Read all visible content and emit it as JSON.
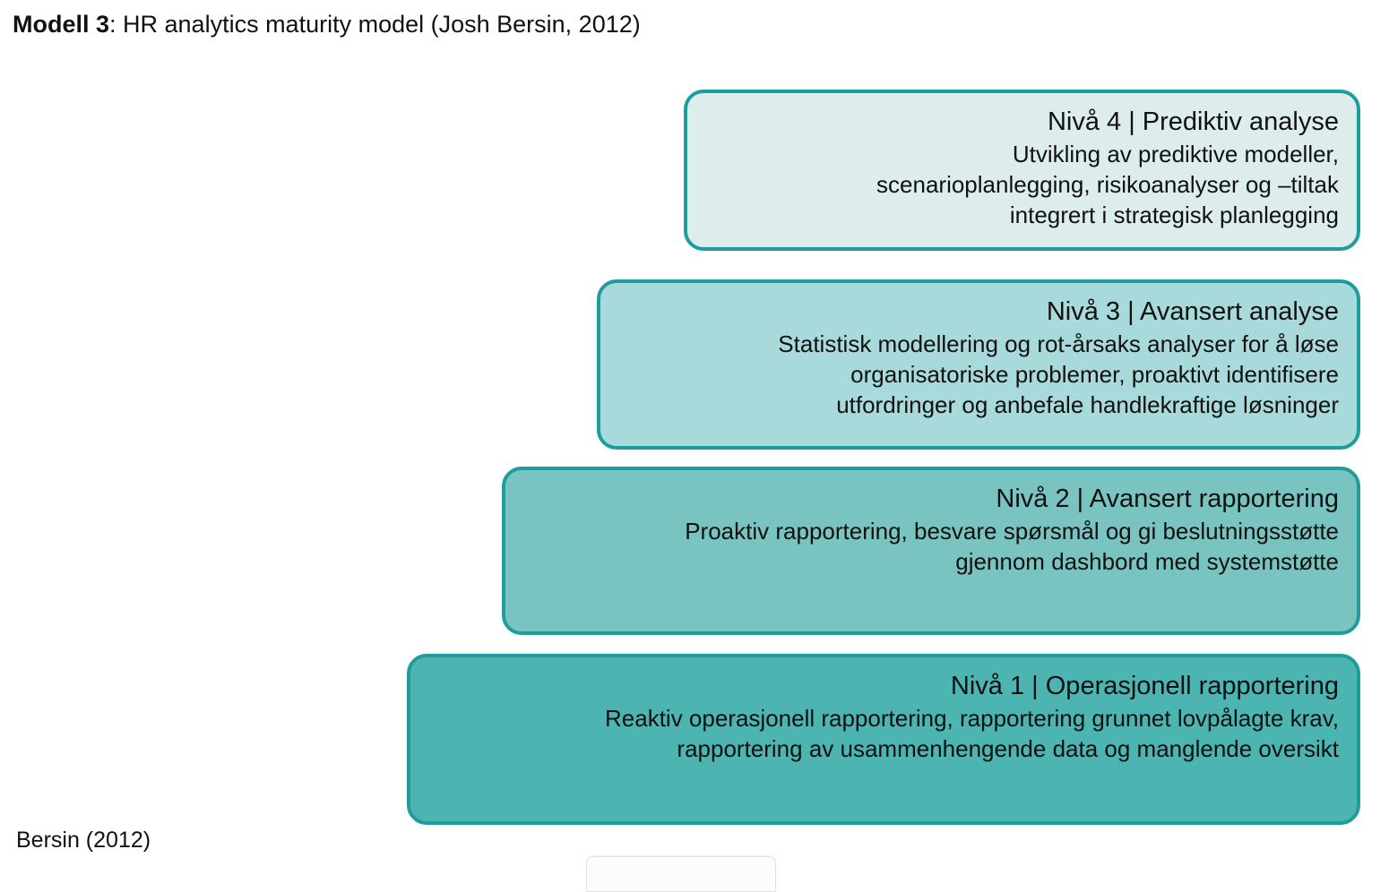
{
  "title": {
    "strong": "Modell 3",
    "rest": ": HR analytics maturity model (Josh Bersin, 2012)"
  },
  "colors": {
    "border": "#1f9d9d",
    "level4_fill": "#dcedeb",
    "level3_fill": "#a8dadb",
    "level2_fill": "#79c3c0",
    "level1_fill": "#4cb4b1",
    "text": "#111111",
    "background": "#ffffff"
  },
  "stages": [
    {
      "id": "level-4",
      "heading": "Nivå 4 | Prediktiv analyse",
      "level_label": "Nivå 4",
      "name": "Prediktiv analyse",
      "desc_lines": [
        "Utvikling av prediktive modeller,",
        "scenarioplanlegging, risikoanalyser og –tiltak",
        "integrert i strategisk planlegging"
      ]
    },
    {
      "id": "level-3",
      "heading": "Nivå 3 | Avansert analyse",
      "level_label": "Nivå 3",
      "name": "Avansert analyse",
      "desc_lines": [
        "Statistisk modellering og rot-årsaks analyser for å løse",
        "organisatoriske problemer, proaktivt  identifisere",
        "utfordringer og anbefale handlekraftige løsninger"
      ]
    },
    {
      "id": "level-2",
      "heading": "Nivå 2 | Avansert rapportering",
      "level_label": "Nivå 2",
      "name": "Avansert rapportering",
      "desc_lines": [
        "Proaktiv rapportering, besvare spørsmål og gi beslutningsstøtte",
        "gjennom dashbord med systemstøtte"
      ]
    },
    {
      "id": "level-1",
      "heading": "Nivå 1 | Operasjonell rapportering",
      "level_label": "Nivå 1",
      "name": "Operasjonell rapportering",
      "desc_lines": [
        "Reaktiv operasjonell rapportering, rapportering grunnet lovpålagte krav,",
        "rapportering av usammenhengende data og manglende oversikt"
      ]
    }
  ],
  "source_caption": "Bersin (2012)"
}
